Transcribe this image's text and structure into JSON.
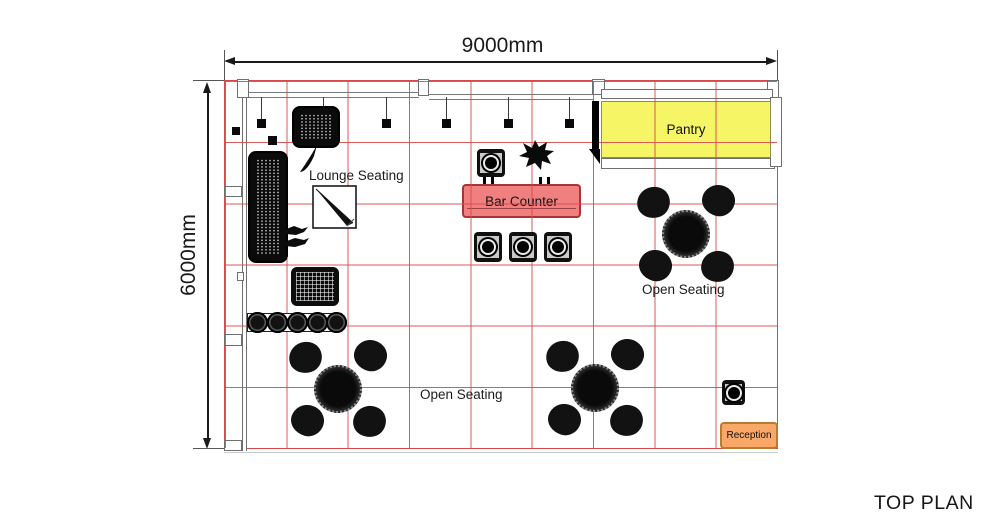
{
  "plan": {
    "title": "TOP PLAN",
    "dimensions": {
      "width_label": "9000mm",
      "height_label": "6000mm"
    },
    "grid": {
      "columns": 9,
      "rows": 6,
      "line_color": "#d84848"
    },
    "zones": {
      "pantry": {
        "label": "Pantry",
        "fill": "#f5f566",
        "border": "#8d8d55"
      },
      "bar_counter": {
        "label": "Bar Counter",
        "fill": "#f08080",
        "border": "#a93434"
      },
      "reception": {
        "label": "Reception",
        "fill": "#f9a868",
        "border": "#b97a33"
      }
    },
    "areas": {
      "lounge_seating": "Lounge Seating",
      "open_seating_right": "Open Seating",
      "open_seating_bottom": "Open Seating"
    },
    "furniture_counts": {
      "hanging_lights": 6,
      "bar_stools_square": 5,
      "round_stools": 5,
      "dining_tables": 3,
      "chairs_per_table": 4
    }
  }
}
